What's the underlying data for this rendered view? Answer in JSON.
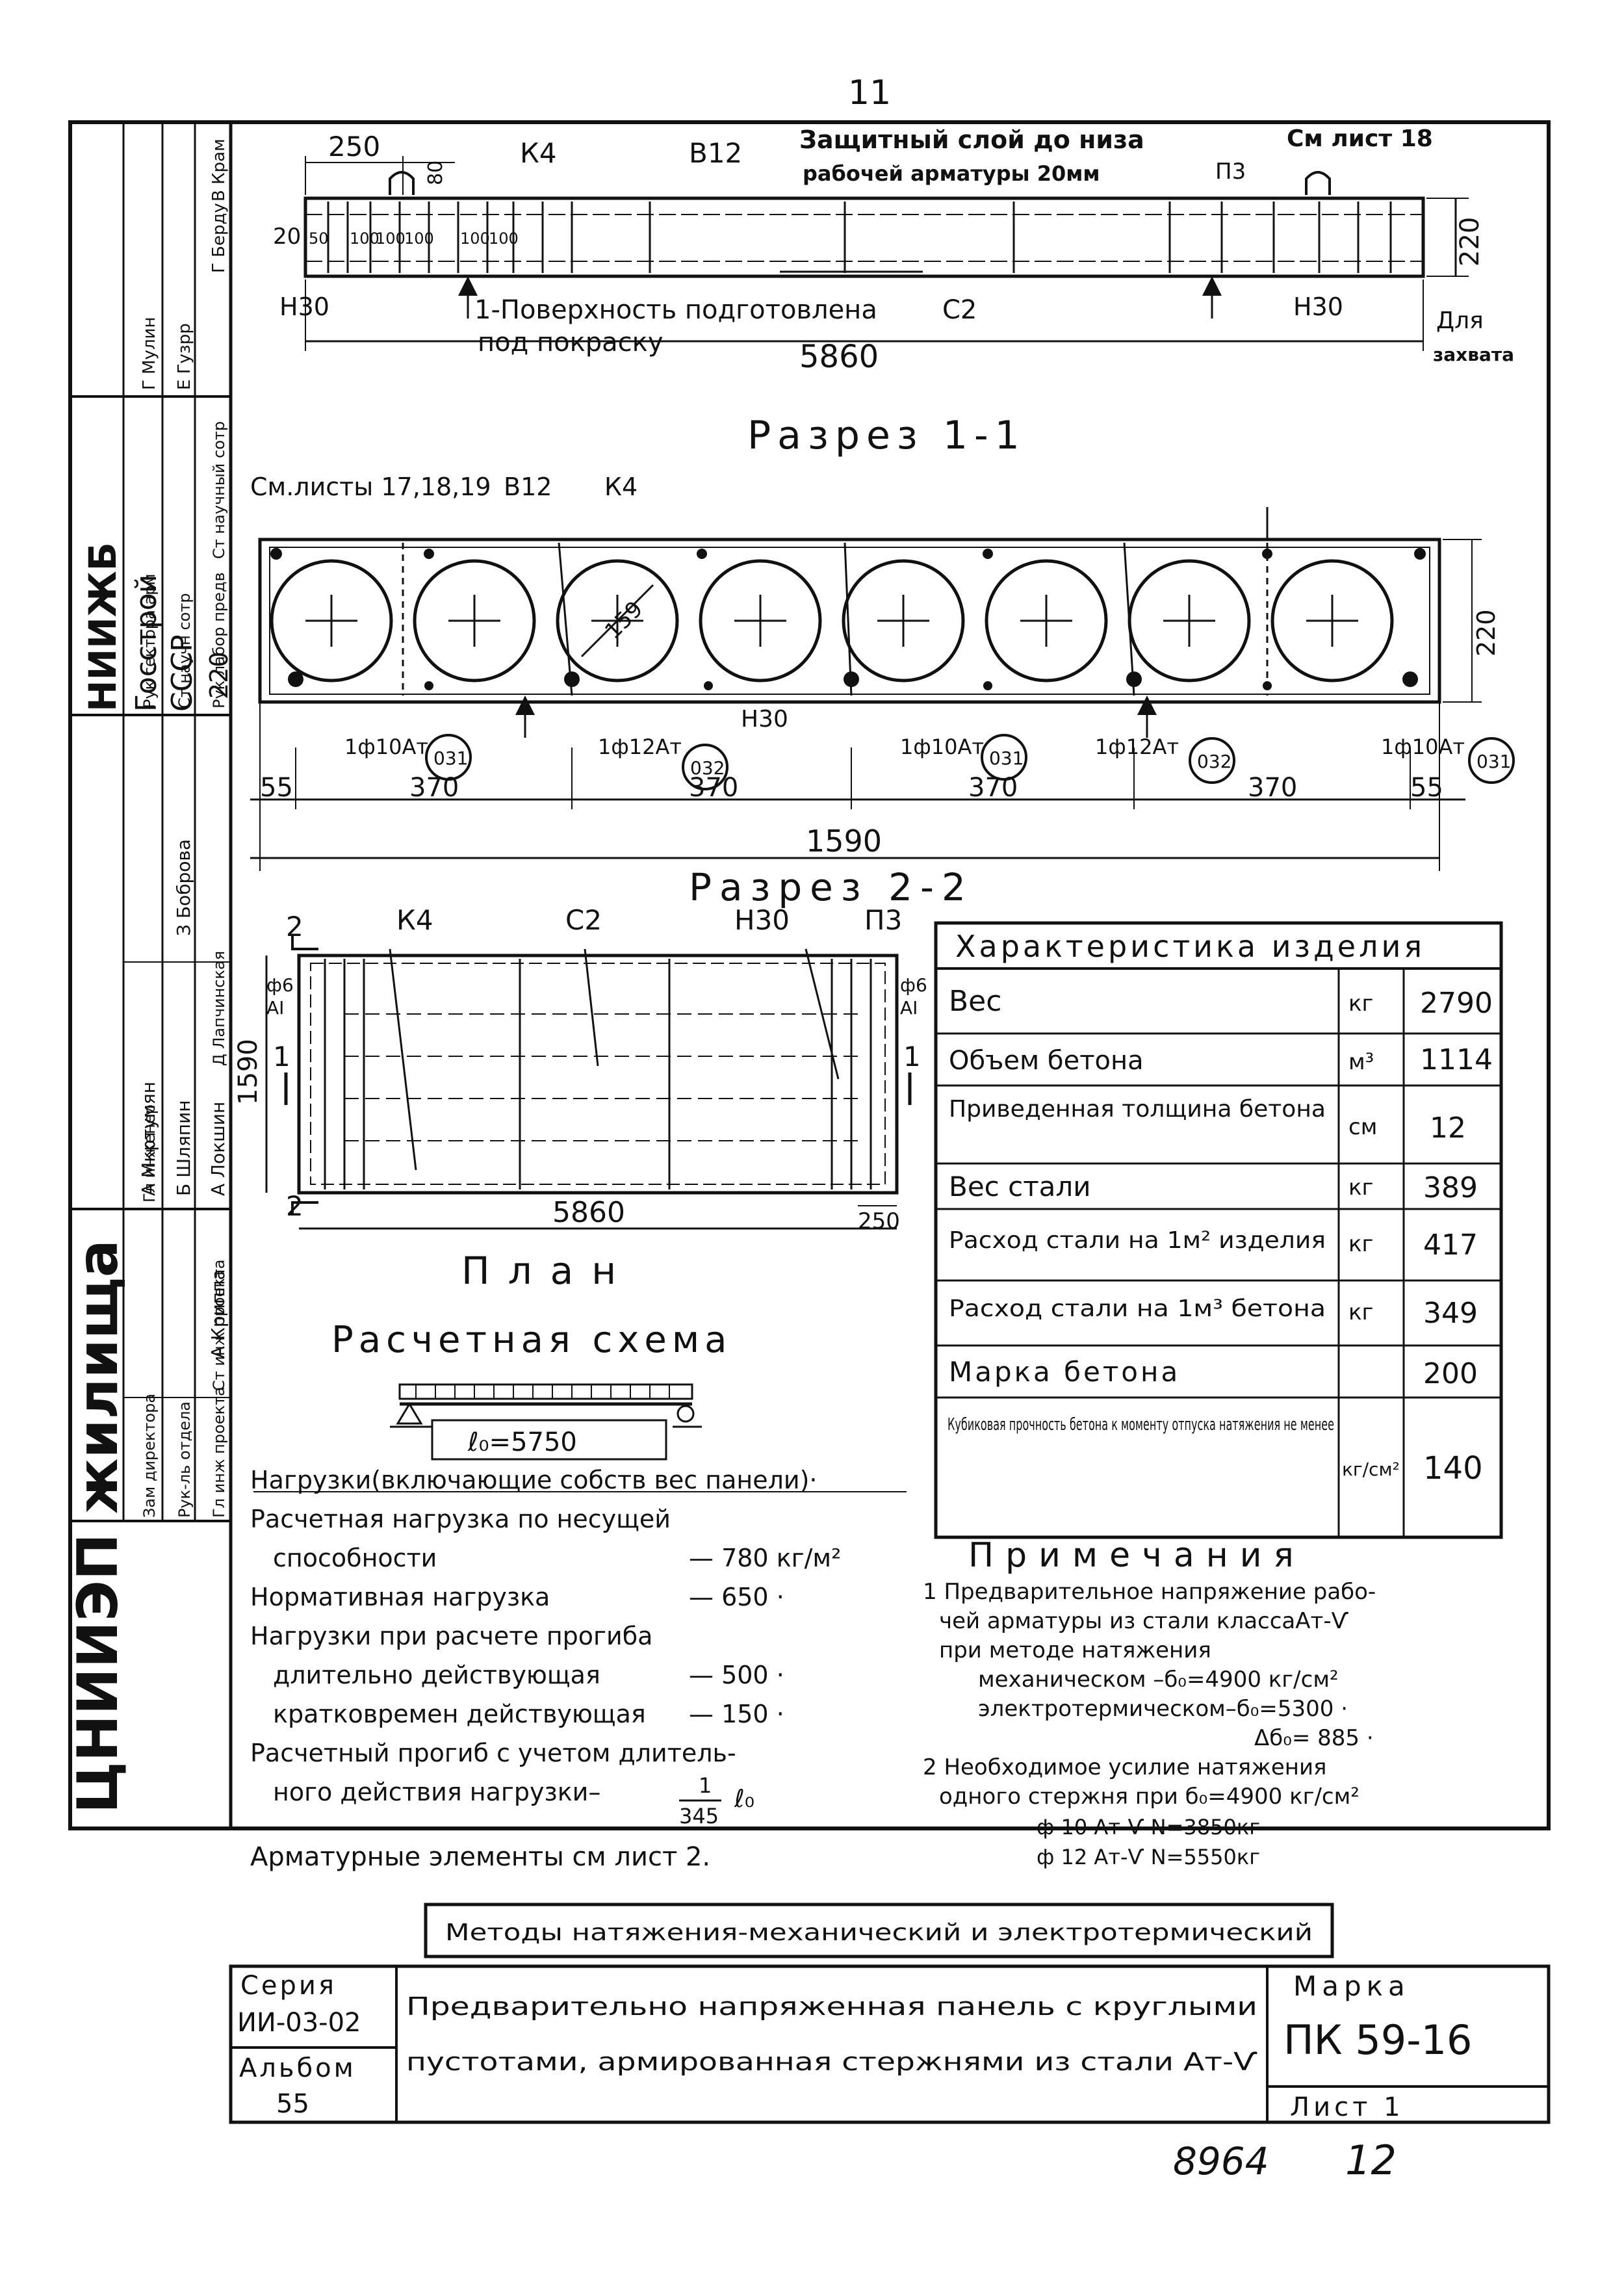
{
  "page_number": "11",
  "footer": {
    "left_number": "8964",
    "right_number": "12"
  },
  "elevation": {
    "dims": {
      "d250": "250",
      "d80": "80",
      "d20": "20",
      "d50": "50",
      "d100a": "100",
      "d100b": "100",
      "d100c": "100",
      "d100d": "100",
      "d100e": "100",
      "d220": "220",
      "d5860": "5860"
    },
    "labels": {
      "k4": "К4",
      "v12": "В12",
      "c2": "С2",
      "p3": "П3",
      "n30_left": "Н30",
      "n30_right": "Н30",
      "see_sheet": "См лист 18",
      "cover_note_1": "Защитный слой до низа",
      "cover_note_2": "рабочей арматуры 20мм",
      "surface_1": "1-Поверхность подготовлена",
      "surface_2": "под покраску",
      "grip_1": "Для",
      "grip_2": "захвата"
    }
  },
  "section_1": {
    "title": "Разрез 1-1",
    "labels": {
      "see_sheets": "См.листы 17,18,19",
      "v12": "В12",
      "k4": "К4",
      "dia": "159",
      "n30": "Н30",
      "bar1": "1ф10Ат",
      "bar2": "1ф12Ат",
      "bar3": "1ф10Ат",
      "bar4": "1ф12Ат",
      "bar5": "1ф10Ат",
      "c1": "031",
      "c2": "032",
      "c3": "031",
      "c4": "032",
      "c5": "031"
    },
    "dims": {
      "d55l": "55",
      "d370a": "370",
      "d370b": "370",
      "d370c": "370",
      "d370d": "370",
      "d55r": "55",
      "d1590": "1590",
      "d220": "220"
    }
  },
  "section_2": {
    "title": "Разрез 2-2"
  },
  "plan": {
    "title": "План",
    "labels": {
      "k4": "К4",
      "c2": "С2",
      "n30": "Н30",
      "p3": "П3",
      "cut2top": "2",
      "cut2bot": "2",
      "cut1l": "1",
      "cut1r": "1",
      "ph6l": "ф6",
      "atl": "АI",
      "ph6r": "ф6",
      "atr": "АI"
    },
    "dims": {
      "d1590": "1590",
      "d5860": "5860",
      "d250": "250"
    }
  },
  "calc_scheme": {
    "title": "Расчетная схема",
    "span": "ℓ₀=5750"
  },
  "characteristics": {
    "title": "Характеристика изделия",
    "rows": [
      {
        "name": "Вес",
        "unit": "кг",
        "value": "2790"
      },
      {
        "name": "Объем бетона",
        "unit": "м³",
        "value": "1114"
      },
      {
        "name": "Приведенная толщина бетона",
        "unit": "см",
        "value": "12"
      },
      {
        "name": "Вес стали",
        "unit": "кг",
        "value": "389"
      },
      {
        "name": "Расход стали на 1м² изделия",
        "unit": "кг",
        "value": "417"
      },
      {
        "name": "Расход стали на 1м³ бетона",
        "unit": "кг",
        "value": "349"
      },
      {
        "name": "Марка бетона",
        "unit": "",
        "value": "200"
      },
      {
        "name": "Кубиковая прочность бетона к моменту отпуска натяжения не менее",
        "unit": "кг/см²",
        "value": "140"
      }
    ]
  },
  "loads": {
    "l1": "Нагрузки(включающие собств вес панели)·",
    "l2": "Расчетная нагрузка по несущей",
    "l3": "способности",
    "l3v": "— 780 кг/м²",
    "l4": "Нормативная нагрузка",
    "l4v": "— 650  ·",
    "l5": "Нагрузки при расчете прогиба",
    "l6": "длительно действующая",
    "l6v": "— 500  ·",
    "l7": "кратковремен действующая",
    "l7v": "— 150  ·",
    "l8": "Расчетный прогиб с учетом длитель-",
    "l9": "ного действия нагрузки–",
    "l9n": "1",
    "l9d": "345",
    "l9e": "ℓ₀",
    "l10": "Арматурные элементы см лист 2."
  },
  "notes": {
    "title": "Примечания",
    "n1a": "1 Предварительное напряжение рабо-",
    "n1b": "чей арматуры из стали классаАт-Ѵ",
    "n1c": "при методе натяжения",
    "n1d": "механическом        –б₀=4900 кг/см²",
    "n1e": "электротермическом–б₀=5300  ·",
    "n1f": "Δб₀=  885  ·",
    "n2a": "2 Необходимое усилие натяжения",
    "n2b": "одного стержня при б₀=4900 кг/см²",
    "n2c": "ф 10 Ат-Ѵ      N=3850кг",
    "n2d": "ф 12 Ат-Ѵ      N=5550кг"
  },
  "methods_box": "Методы натяжения-механический и электротермический",
  "title_block": {
    "series_label": "Серия",
    "series_value": "ИИ-03-02",
    "album_label": "Альбом",
    "album_value": "55",
    "description_1": "Предварительно напряженная панель с круглыми",
    "description_2": "пустотами, армированная стержнями из стали Ат-Ѵ",
    "mark_label": "Марка",
    "mark_value": "ПК 59-16",
    "sheet": "Лист  1"
  },
  "side_stamp": {
    "org_main": "ЦНИИЭП жилища",
    "org_2": "НИИЖБ",
    "org_3": "Госстрой",
    "org_4": "СССР",
    "r1": "Зам директора",
    "r2": "Рук-ль отдела",
    "r3": "Гл инж проекта",
    "r4": "Ст инж проекта",
    "r5": "Гл инженер",
    "r6": "Рук сектора арм",
    "r7": "Ст научн сотр",
    "r8": "Рук лабор предв",
    "r9": "Ст научный сотр",
    "n1": "А Криппа",
    "n2": "А Мкртумян",
    "n3": "Б Шляпин",
    "n4": "А Локшин",
    "n5": "Д Лапчинская",
    "n6": "З Боброва",
    "n7": "Г Мулин",
    "n8": "Е Гузрр",
    "n9": "Г Берду",
    "n10": "В Крам"
  }
}
